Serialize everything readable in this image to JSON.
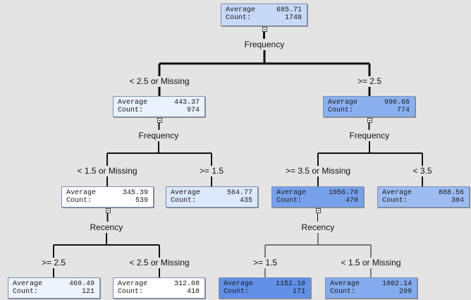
{
  "tree": {
    "row_labels": {
      "average": "Average",
      "count": "Count:"
    },
    "nodes": [
      {
        "id": "root",
        "average": "685.71",
        "count": "1748",
        "fill": "#c7d9f7"
      },
      {
        "id": "n_lt25",
        "average": "443.37",
        "count": "974",
        "fill": "#e9f1fd"
      },
      {
        "id": "n_ge25",
        "average": "990.66",
        "count": "774",
        "fill": "#8ab0ef"
      },
      {
        "id": "n_lt15",
        "average": "345.39",
        "count": "539",
        "fill": "#ffffff"
      },
      {
        "id": "n_ge15",
        "average": "564.77",
        "count": "435",
        "fill": "#dce8fb"
      },
      {
        "id": "n_ge35",
        "average": "1056.70",
        "count": "470",
        "fill": "#78a1ec"
      },
      {
        "id": "n_lt35",
        "average": "888.56",
        "count": "304",
        "fill": "#9cbcf2"
      },
      {
        "id": "n_rge25",
        "average": "460.49",
        "count": "121",
        "fill": "#eef4fe"
      },
      {
        "id": "n_rlt25",
        "average": "312.08",
        "count": "418",
        "fill": "#ffffff"
      },
      {
        "id": "n_rge15",
        "average": "1152.10",
        "count": "171",
        "fill": "#6190e6"
      },
      {
        "id": "n_rlt15",
        "average": "1002.14",
        "count": "299",
        "fill": "#83abee"
      }
    ],
    "split_variables": {
      "root": "Frequency",
      "n_lt25": "Frequency",
      "n_ge25": "Frequency",
      "n_lt15": "Recency",
      "n_ge35": "Recency"
    },
    "branch_labels": {
      "n_lt25": "< 2.5 or Missing",
      "n_ge25": ">= 2.5",
      "n_lt15": "< 1.5 or Missing",
      "n_ge15": ">= 1.5",
      "n_ge35": ">= 3.5 or Missing",
      "n_lt35": "< 3.5",
      "n_rge25": ">= 2.5",
      "n_rlt25": "< 2.5 or Missing",
      "n_rge15": ">= 1.5",
      "n_rlt15": "< 1.5 or Missing"
    }
  }
}
